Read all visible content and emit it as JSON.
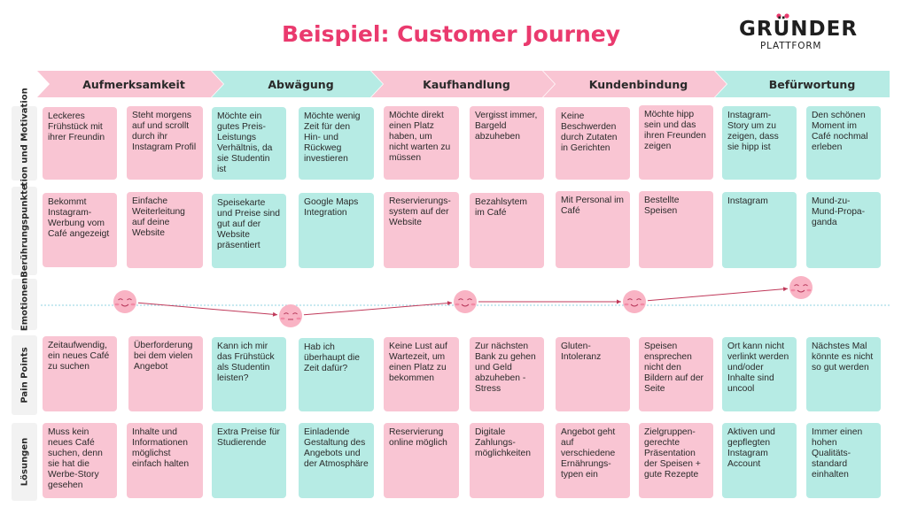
{
  "title": "Beispiel: Customer Journey",
  "logo": {
    "main": "GRÜNDER",
    "sub": "PLATTFORM"
  },
  "colors": {
    "pink": "#f9c5d3",
    "teal": "#b6ebe4",
    "accent": "#ea3a6e",
    "face": "#f9b3c4"
  },
  "stages": [
    "Aufmerksamkeit",
    "Abwägung",
    "Kaufhandlung",
    "Kundenbindung",
    "Befürwortung"
  ],
  "row_labels": [
    "Aktion und Motivation",
    "Berührungspunkte",
    "Emotionen",
    "Pain Points",
    "Lösungen"
  ],
  "emotion_levels": [
    1,
    0,
    1,
    1,
    2
  ],
  "rows": {
    "aktion": [
      "Leckeres Frühstück mit ihrer Freundin",
      "Steht morgens auf und scrollt durch ihr Instagram Profil",
      "Möchte ein gutes Preis-Leistungs Verhältnis, da sie Studentin ist",
      "Möchte wenig Zeit für den Hin- und Rückweg investieren",
      "Möchte direkt einen Platz haben, um nicht warten zu müssen",
      "Vergisst immer, Bargeld abzuheben",
      "Keine Beschwerden durch Zutaten in Gerichten",
      "Möchte hipp sein und das ihren Freunden zeigen",
      "Instagram-Story um zu zeigen, dass sie hipp ist",
      "Den schönen Moment im Café nochmal erleben"
    ],
    "beruehrung": [
      "Bekommt Instagram-Werbung vom Café angezeigt",
      "Einfache Weiterleitung auf deine Website",
      "Speisekarte und Preise sind gut auf der Website präsentiert",
      "Google Maps Integration",
      "Reservierungs-system auf der Website",
      "Bezahlsytem im Café",
      "Mit Personal im Café",
      "Bestellte Speisen",
      "Instagram",
      "Mund-zu-Mund-Propa-ganda"
    ],
    "pain": [
      "Zeitaufwendig, ein neues Café zu suchen",
      "Überforderung bei dem vielen Angebot",
      "Kann ich mir das Frühstück als Studentin leisten?",
      "Hab ich überhaupt die Zeit dafür?",
      "Keine Lust auf Wartezeit, um einen Platz zu bekommen",
      "Zur nächsten Bank zu gehen und Geld abzuheben - Stress",
      "Gluten-Intoleranz",
      "Speisen ensprechen nicht den Bildern auf der Seite",
      "Ort kann nicht verlinkt werden und/oder Inhalte sind uncool",
      "Nächstes Mal könnte es nicht so gut werden"
    ],
    "loesung": [
      "Muss kein neues Café suchen, denn sie hat die Werbe-Story gesehen",
      "Inhalte und Informationen möglichst einfach halten",
      "Extra Preise für Studierende",
      "Einladende Gestaltung des Angebots und der Atmosphäre",
      "Reservierung online möglich",
      "Digitale Zahlungs-möglichkeiten",
      "Angebot geht auf verschiedene Ernährungs-typen ein",
      "Zielgruppen-gerechte Präsentation der Speisen + gute Rezepte",
      "Aktiven und gepflegten Instagram Account",
      "Immer einen hohen Qualitäts-standard einhalten"
    ]
  }
}
